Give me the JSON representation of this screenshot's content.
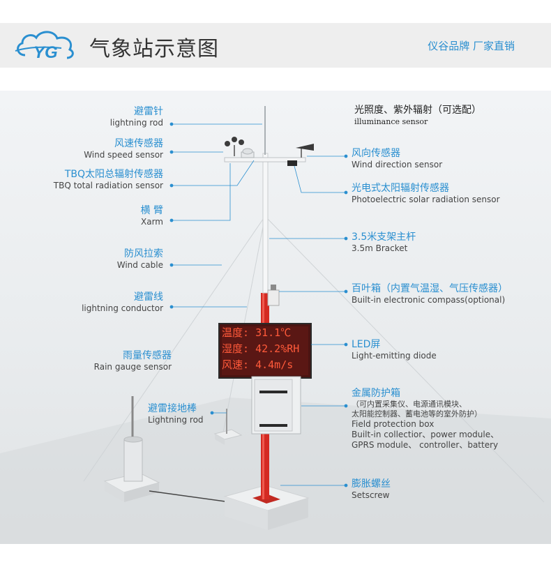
{
  "header": {
    "title": "气象站示意图",
    "tagline": "仪谷品牌  厂家直销",
    "logo_text": "YG"
  },
  "colors": {
    "accent": "#2a8fd0",
    "led_text": "#ff5a3a",
    "pole_red": "#d42a22"
  },
  "display": {
    "rows": [
      {
        "label": "温度",
        "value": "31.1℃"
      },
      {
        "label": "湿度",
        "value": "42.2%RH"
      },
      {
        "label": "风速",
        "value": "4.4m/s"
      }
    ]
  },
  "labels": {
    "left": [
      {
        "cn": "避雷针",
        "en": "lightning rod"
      },
      {
        "cn": "风速传感器",
        "en": "Wind speed sensor"
      },
      {
        "cn": "TBQ太阳总辐射传感器",
        "en": "TBQ total radiation sensor"
      },
      {
        "cn": "横 臂",
        "en": "Xarm"
      },
      {
        "cn": "防风拉索",
        "en": "Wind cable"
      },
      {
        "cn": "避雷线",
        "en": "lightning conductor"
      },
      {
        "cn": "雨量传感器",
        "en": "Rain gauge sensor"
      },
      {
        "cn": "避雷接地棒",
        "en": "Lightning rod"
      }
    ],
    "illuminance": {
      "cn": "光照度、紫外辐射（可选配）",
      "en": "illuminance sensor"
    },
    "right": [
      {
        "cn": "风向传感器",
        "en": "Wind direction sensor"
      },
      {
        "cn": "光电式太阳辐射传感器",
        "en": "Photoelectric solar radiation sensor"
      },
      {
        "cn": "3.5米支架主杆",
        "en": "3.5m Bracket"
      },
      {
        "cn": "百叶箱（内置气温湿、气压传感器）",
        "en": "Built-in electronic compass(optional)"
      },
      {
        "cn": "LED屏",
        "en": "Light-emitting diode"
      },
      {
        "cn": "金属防护箱",
        "en": ""
      },
      {
        "cn": "膨胀螺丝",
        "en": "Setscrew"
      }
    ],
    "field_box": {
      "note1": "（可内置采集仪、电源通讯模块、",
      "note2": "太阳能控制器、蓄电池等的室外防护）",
      "en1": "Field protection box",
      "en2": "Built-in collectior、power module、",
      "en3": "GPRS module、 controller、battery"
    }
  }
}
